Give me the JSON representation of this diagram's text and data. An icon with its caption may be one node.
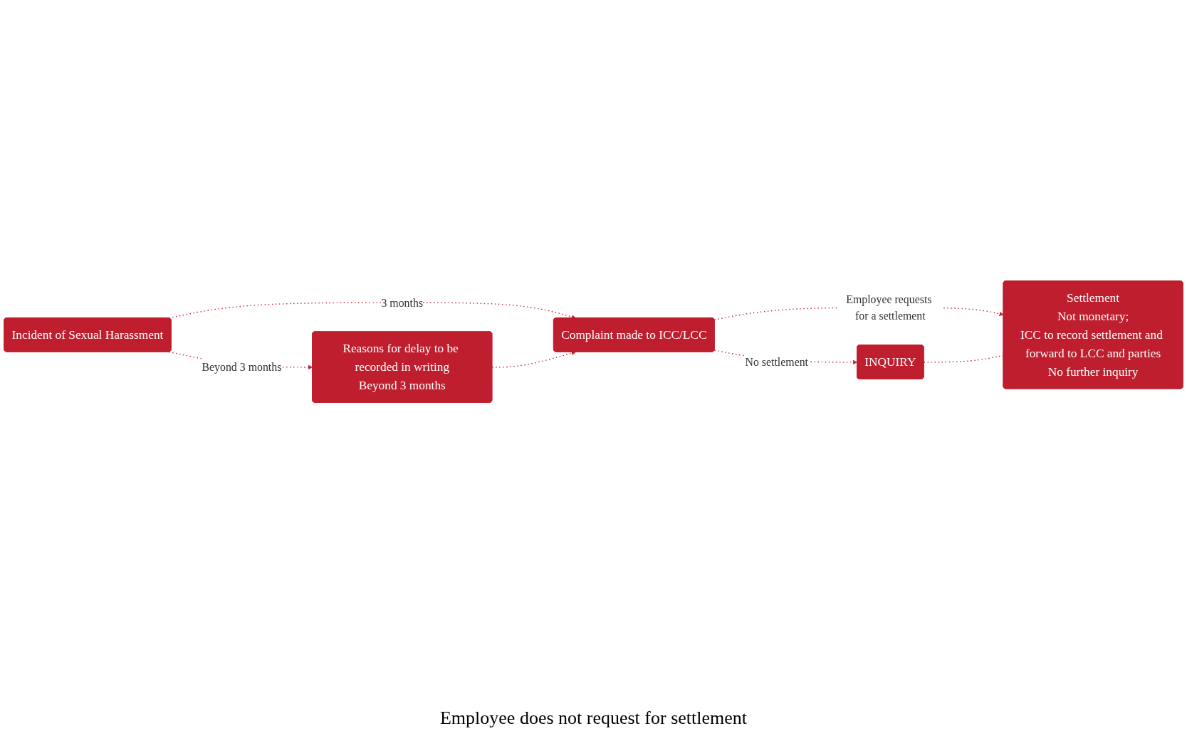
{
  "diagram": {
    "nodes": [
      {
        "text": [
          "Incident of Sexual Harassment"
        ]
      },
      {
        "text": [
          "Complaint made to ICC/LCC"
        ]
      },
      {
        "text": [
          "Reasons for delay to be recorded in writing",
          "Beyond 3 months"
        ]
      },
      {
        "text": [
          "Settlement",
          "Not monetary;",
          "ICC to record settlement and forward to LCC and parties",
          "No further inquiry"
        ]
      },
      {
        "text": [
          "INQUIRY"
        ]
      }
    ],
    "edges": [
      {
        "from": 0,
        "to": 1,
        "arrow": "to",
        "label": "3 months",
        "style": "dashed"
      },
      {
        "from": 0,
        "to": 2,
        "arrow": "to",
        "label": "Beyond 3 months",
        "style": "dashed"
      },
      {
        "from": 2,
        "to": 1,
        "arrow": "to",
        "style": "dashed"
      },
      {
        "from": 1,
        "to": 3,
        "arrow": "to",
        "label": "Employee requests for a settlement",
        "style": "dashed"
      },
      {
        "from": 1,
        "to": 4,
        "arrow": "to",
        "label": "No settlement",
        "style": "dashed"
      },
      {
        "from": 4,
        "to": 3,
        "arrow": "none",
        "style": "dashed"
      }
    ],
    "labels": [
      "Employee does not request for settlement"
    ]
  }
}
